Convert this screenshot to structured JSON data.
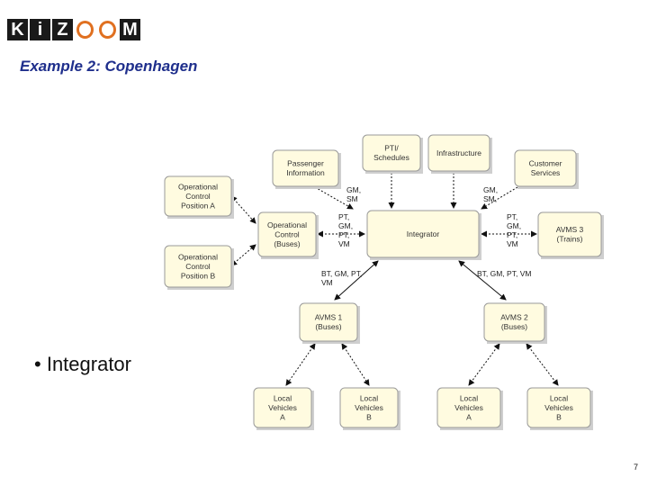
{
  "logo": {
    "letters": [
      "K",
      "i",
      "Z",
      "O",
      "O",
      "M"
    ],
    "ring_color": "#e07020",
    "dark_color": "#1a1a1a"
  },
  "title": "Example 2:  Copenhagen",
  "bullet": "Integrator",
  "page_number": "7",
  "nodes": [
    {
      "id": "pti",
      "lines": [
        "PTI/",
        "Schedules"
      ]
    },
    {
      "id": "infra",
      "lines": [
        "Infrastructure"
      ]
    },
    {
      "id": "passenger",
      "lines": [
        "Passenger",
        "Information"
      ]
    },
    {
      "id": "customer",
      "lines": [
        "Customer",
        "Services"
      ]
    },
    {
      "id": "opA",
      "lines": [
        "Operational",
        "Control",
        "Position A"
      ]
    },
    {
      "id": "opBuses",
      "lines": [
        "Operational",
        "Control",
        "(Buses)"
      ]
    },
    {
      "id": "integrator",
      "lines": [
        "Integrator"
      ]
    },
    {
      "id": "avms3",
      "lines": [
        "AVMS 3",
        "(Trains)"
      ]
    },
    {
      "id": "opB",
      "lines": [
        "Operational",
        "Control",
        "Position B"
      ]
    },
    {
      "id": "avms1",
      "lines": [
        "AVMS 1",
        "(Buses)"
      ]
    },
    {
      "id": "avms2",
      "lines": [
        "AVMS 2",
        "(Buses)"
      ]
    },
    {
      "id": "lvA1",
      "lines": [
        "Local",
        "Vehicles",
        "A"
      ]
    },
    {
      "id": "lvB1",
      "lines": [
        "Local",
        "Vehicles",
        "B"
      ]
    },
    {
      "id": "lvA2",
      "lines": [
        "Local",
        "Vehicles",
        "A"
      ]
    },
    {
      "id": "lvB2",
      "lines": [
        "Local",
        "Vehicles",
        "B"
      ]
    }
  ],
  "edge_labels": [
    {
      "id": "gm-sm-left",
      "lines": [
        "GM,",
        "SM"
      ]
    },
    {
      "id": "gm-sm-right",
      "lines": [
        "GM,",
        "SM,"
      ]
    },
    {
      "id": "pt-gm-left",
      "lines": [
        "PT,",
        "GM,",
        "PT,",
        "VM"
      ]
    },
    {
      "id": "pt-gm-right",
      "lines": [
        "PT,",
        "GM,",
        "PT,",
        "VM"
      ]
    },
    {
      "id": "bt-left",
      "lines": [
        "BT, GM, PT,",
        "VM"
      ]
    },
    {
      "id": "bt-right",
      "lines": [
        "BT, GM, PT, VM"
      ]
    }
  ]
}
